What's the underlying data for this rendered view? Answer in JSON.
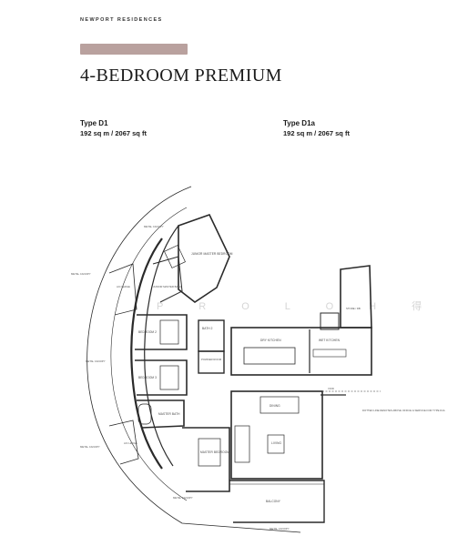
{
  "header": {
    "brand": "NEWPORT RESIDENCES",
    "title": "4-BEDROOM PREMIUM"
  },
  "colors": {
    "accent": "#b9a19e",
    "wall": "#2a2a2a",
    "text": "#1b1b1b"
  },
  "types": [
    {
      "name": "Type D1",
      "area": "192 sq m / 2067 sq ft"
    },
    {
      "name": "Type D1a",
      "area": "192 sq m / 2067 sq ft"
    }
  ],
  "watermark": "P  R  O  L  O  H  得",
  "rooms": {
    "junior_master_bedroom": "JUNIOR MASTER BEDROOM",
    "junior_master_bath": "JUNIOR MASTER BATH",
    "bedroom_2": "BEDROOM 2",
    "bedroom_3": "BEDROOM 3",
    "bath_2": "BATH 2",
    "powder_room": "POWDER ROOM",
    "dry_kitchen": "DRY KITCHEN",
    "wet_kitchen": "WET KITCHEN",
    "store": "STORE / DB",
    "dining": "DINING",
    "living": "LIVING",
    "master_bath": "MASTER BATH",
    "master_bedroom": "MASTER BEDROOM",
    "balcony": "BALCONY",
    "ac_ledge_1": "A/C LEDGE",
    "ac_ledge_2": "A/C LEDGE",
    "metal_canopy_1": "METAL CANOPY",
    "metal_canopy_2": "METAL CANOPY",
    "metal_canopy_3": "METAL CANOPY",
    "metal_canopy_4": "METAL CANOPY",
    "metal_canopy_5": "METAL CANOPY",
    "metal_canopy_6": "METAL CANOPY",
    "void": "VOID",
    "dotted_note": "DOTTED LINE DENOTES ABOVE OFFICE & SERVICE FOR TYPE D1A"
  }
}
